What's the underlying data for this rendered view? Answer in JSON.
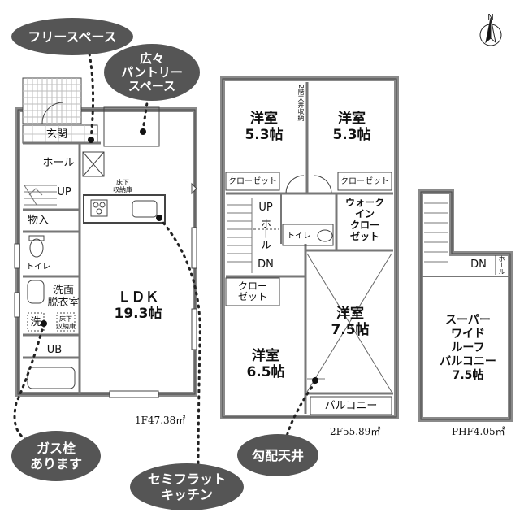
{
  "bubbles": {
    "free_space": "フリースペース",
    "pantry": "広々\nパントリー\nスペース",
    "gas_tap": "ガス栓\nあります",
    "semi_flat": "セミフラット\nキッチン",
    "slope_ceiling": "勾配天井"
  },
  "rooms_1f": {
    "genkan": "玄関",
    "hall": "ホール",
    "up": "UP",
    "storage": "物入",
    "toilet": "トイレ",
    "washroom": "洗面\n脱衣室",
    "wash": "洗",
    "ub": "UB",
    "ldk": "ＬＤＫ\n19.3帖",
    "floor_storage_a": "床下\n収納庫",
    "floor_storage_b": "床下\n収納庫",
    "area": "1F47.38㎡"
  },
  "rooms_2f": {
    "yoshitsu_1": "洋室\n5.3帖",
    "yoshitsu_2": "洋室\n5.3帖",
    "closet_1": "クローゼット",
    "closet_2": "クローゼット",
    "walk_in": "ウォーク\nイン\nクロー\nゼット",
    "hall_v": "ホール",
    "up": "UP",
    "dn": "DN",
    "toilet": "トイレ",
    "closet_3": "クロー\nゼット",
    "yoshitsu_3": "洋室\n6.5帖",
    "yoshitsu_4": "洋室\n7.5帖",
    "balcony": "バルコニー",
    "ceiling_storage": "2階天井収納",
    "area": "2F55.89㎡"
  },
  "rooms_ph": {
    "dn": "DN",
    "hall": "ホール",
    "roof_balcony": "スーパー\nワイド\nルーフ\nバルコニー\n7.5帖",
    "area": "PHF4.05㎡"
  },
  "compass": {
    "north": "N"
  }
}
